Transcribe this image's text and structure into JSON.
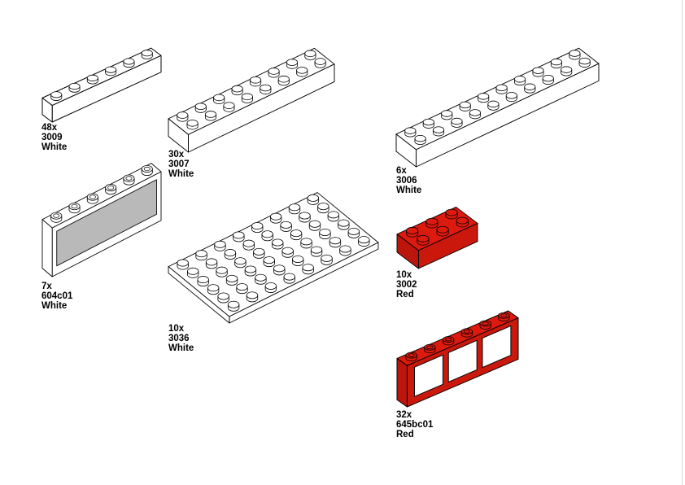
{
  "colors": {
    "White": "#ffffff",
    "Red": "#dd1a0e",
    "glass": "#b9b9b9",
    "outline": "#000000"
  },
  "parts": [
    {
      "qty": "48x",
      "part": "3009",
      "color": "White",
      "studs_l": 6,
      "studs_w": 1,
      "kind": "brick"
    },
    {
      "qty": "30x",
      "part": "3007",
      "color": "White",
      "studs_l": 8,
      "studs_w": 2,
      "kind": "brick"
    },
    {
      "qty": "6x",
      "part": "3006",
      "color": "White",
      "studs_l": 10,
      "studs_w": 2,
      "kind": "brick"
    },
    {
      "qty": "7x",
      "part": "604c01",
      "color": "White",
      "studs_l": 6,
      "studs_w": 1,
      "kind": "window"
    },
    {
      "qty": "10x",
      "part": "3036",
      "color": "White",
      "studs_l": 8,
      "studs_w": 6,
      "kind": "plate"
    },
    {
      "qty": "10x",
      "part": "3002",
      "color": "Red",
      "studs_l": 3,
      "studs_w": 2,
      "kind": "brick"
    },
    {
      "qty": "32x",
      "part": "645bc01",
      "color": "Red",
      "studs_l": 6,
      "studs_w": 1,
      "kind": "window-open"
    }
  ]
}
